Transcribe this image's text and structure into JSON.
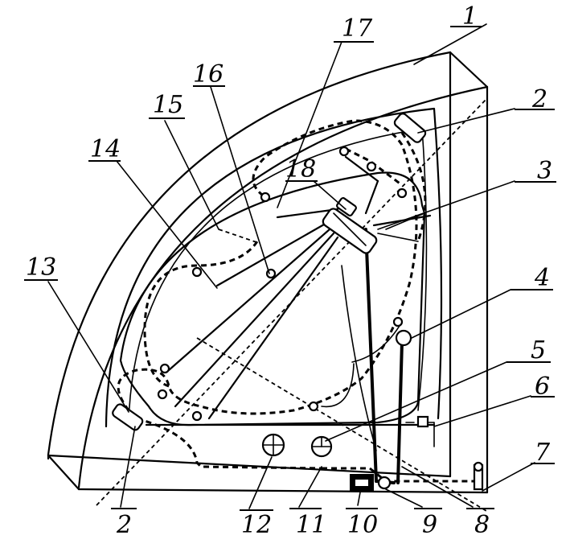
{
  "labels": {
    "l1": "1",
    "l2a": "2",
    "l2b": "2",
    "l3": "3",
    "l4": "4",
    "l5": "5",
    "l6": "6",
    "l7": "7",
    "l8": "8",
    "l9": "9",
    "l10": "10",
    "l11": "11",
    "l12": "12",
    "l13": "13",
    "l14": "14",
    "l15": "15",
    "l16": "16",
    "l17": "17",
    "l18": "18"
  }
}
